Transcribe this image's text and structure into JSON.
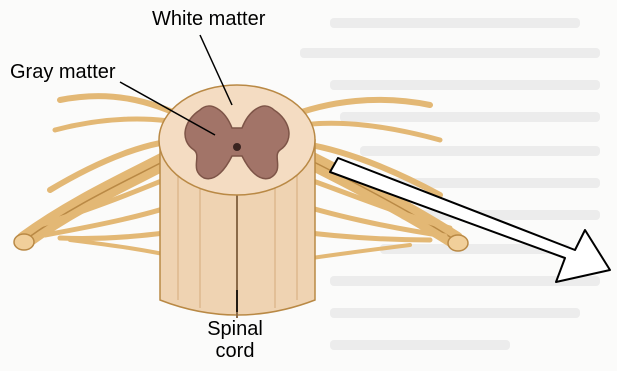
{
  "labels": {
    "white_matter": "White matter",
    "gray_matter": "Gray matter",
    "spinal_cord_line1": "Spinal",
    "spinal_cord_line2": "cord"
  },
  "colors": {
    "nerve": "#e3b875",
    "nerve_dark": "#b98945",
    "cord_body": "#efd3b2",
    "gray_matter": "#a27468",
    "leader_line": "#000000",
    "background_text": "#e6e6e6"
  }
}
